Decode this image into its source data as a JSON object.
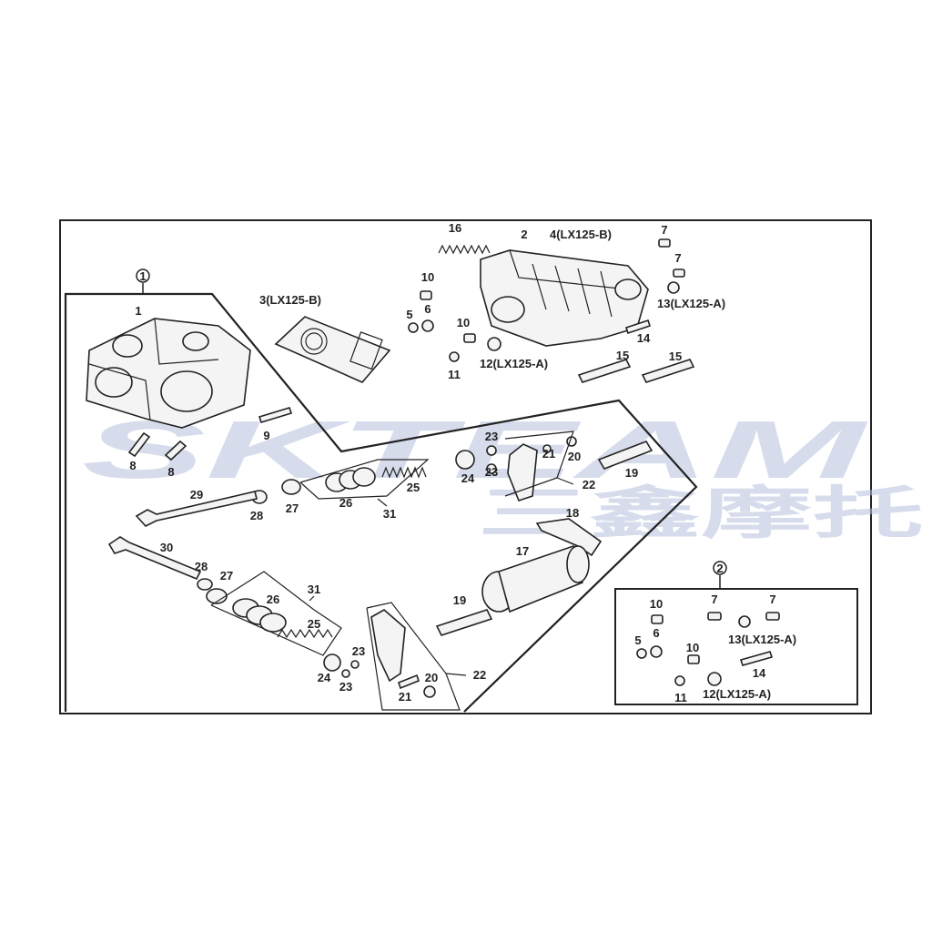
{
  "watermark": {
    "brand": "SKTEAM",
    "chinese": "三鑫摩托"
  },
  "groups": {
    "group1": "1",
    "group2": "2"
  },
  "labels": {
    "p1": "1",
    "p2": "2",
    "p3": "3(LX125-B)",
    "p4": "4(LX125-B)",
    "p5": "5",
    "p6": "6",
    "p7": "7",
    "p8": "8",
    "p9": "9",
    "p10": "10",
    "p11": "11",
    "p12": "12(LX125-A)",
    "p13": "13(LX125-A)",
    "p14": "14",
    "p15": "15",
    "p16": "16",
    "p17": "17",
    "p18": "18",
    "p19": "19",
    "p20": "20",
    "p21": "21",
    "p22": "22",
    "p23": "23",
    "p24": "24",
    "p25": "25",
    "p26": "26",
    "p27": "27",
    "p28": "28",
    "p29": "29",
    "p30": "30",
    "p31": "31"
  },
  "colors": {
    "line": "#222222",
    "watermark": "#b7c1de",
    "background": "#ffffff"
  }
}
